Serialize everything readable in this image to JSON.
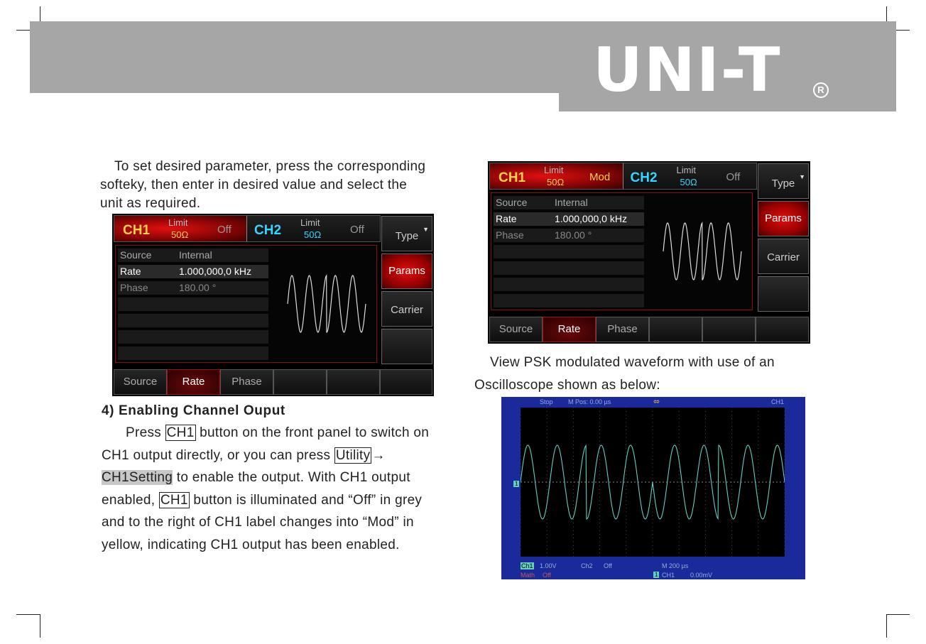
{
  "header": {
    "logo": "UNI-T",
    "registered": "R"
  },
  "left_column": {
    "intro_lines": [
      "To set desired parameter, press the corresponding",
      "softeky, then enter in desired value and select the",
      "unit as required."
    ],
    "section_title": "4) Enabling Channel Ouput",
    "body": {
      "l1_a": "Press ",
      "l1_key": "CH1",
      "l1_b": " button on the front panel to switch on",
      "l2_a": "CH1 output directly, or you can press ",
      "l2_key": "Utility",
      "l2_arrow": "→",
      "l3_hl": "CH1Setting",
      "l3_b": " to enable the output. With CH1 output",
      "l4_a": "enabled, ",
      "l4_key": "CH1",
      "l4_b": " button is illuminated and “Off” in grey",
      "l5": "and to the right of CH1 label changes into “Mod” in",
      "l6": "yellow, indicating CH1 output has been enabled."
    }
  },
  "right_column": {
    "caption_lines": [
      "View PSK modulated waveform with use of an",
      "Oscilloscope shown as below:"
    ]
  },
  "screen_left": {
    "ch1": {
      "name": "CH1",
      "limit": "Limit",
      "ohm": "50Ω",
      "state": "Off"
    },
    "ch2": {
      "name": "CH2",
      "limit": "Limit",
      "ohm": "50Ω",
      "state": "Off"
    },
    "side": [
      "Type",
      "Params",
      "Carrier",
      ""
    ],
    "rows": [
      {
        "k": "Source",
        "v": "Internal"
      },
      {
        "k": "Rate",
        "v": "1.000,000,0 kHz"
      },
      {
        "k": "Phase",
        "v": "180.00 °"
      }
    ],
    "bottom": [
      "Source",
      "Rate",
      "Phase",
      "",
      "",
      ""
    ]
  },
  "screen_right": {
    "ch1": {
      "name": "CH1",
      "limit": "Limit",
      "ohm": "50Ω",
      "state": "Mod"
    },
    "ch2": {
      "name": "CH2",
      "limit": "Limit",
      "ohm": "50Ω",
      "state": "Off"
    },
    "side": [
      "Type",
      "Params",
      "Carrier",
      ""
    ],
    "rows": [
      {
        "k": "Source",
        "v": "Internal"
      },
      {
        "k": "Rate",
        "v": "1.000,000,0 kHz"
      },
      {
        "k": "Phase",
        "v": "180.00 °"
      }
    ],
    "bottom": [
      "Source",
      "Rate",
      "Phase",
      "",
      "",
      ""
    ]
  },
  "scope": {
    "status": "Stop",
    "mpos": "M Pos: 0.00 µs",
    "ch_label": "CH1",
    "ch1_marker": "1",
    "ch1_tag": "Ch1",
    "ch1_scale": "1.00V",
    "ch2_tag": "Ch2",
    "ch2_state": "Off",
    "timebase": "M 200 µs",
    "math": "Math",
    "math_state": "Off",
    "trigger_ch": "1",
    "trigger": "CH1",
    "trigger_level": "0.00mV"
  },
  "colors": {
    "header_gray": "#a6a6a6",
    "ch1_yellow": "#ffd24a",
    "ch2_cyan": "#34d6ff",
    "wave_cyan": "#5fd0c0",
    "scope_blue": "#1a2a9a"
  }
}
